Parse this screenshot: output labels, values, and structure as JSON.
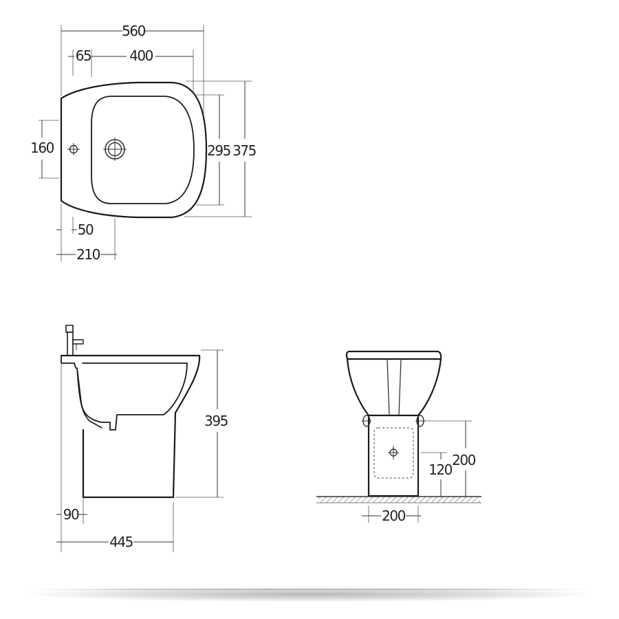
{
  "top_view": {
    "dims": {
      "overall_length": "560",
      "tap_offset": "65",
      "bowl_length": "400",
      "tap_spacing": "160",
      "bowl_width": "295",
      "overall_width": "375",
      "edge_offset": "50",
      "waste_offset": "210"
    }
  },
  "side_view": {
    "dims": {
      "height": "395",
      "wall_gap": "90",
      "depth": "445"
    }
  },
  "front_view": {
    "dims": {
      "fixing_height_upper": "200",
      "fixing_height_lower": "120",
      "base_width": "200"
    }
  }
}
